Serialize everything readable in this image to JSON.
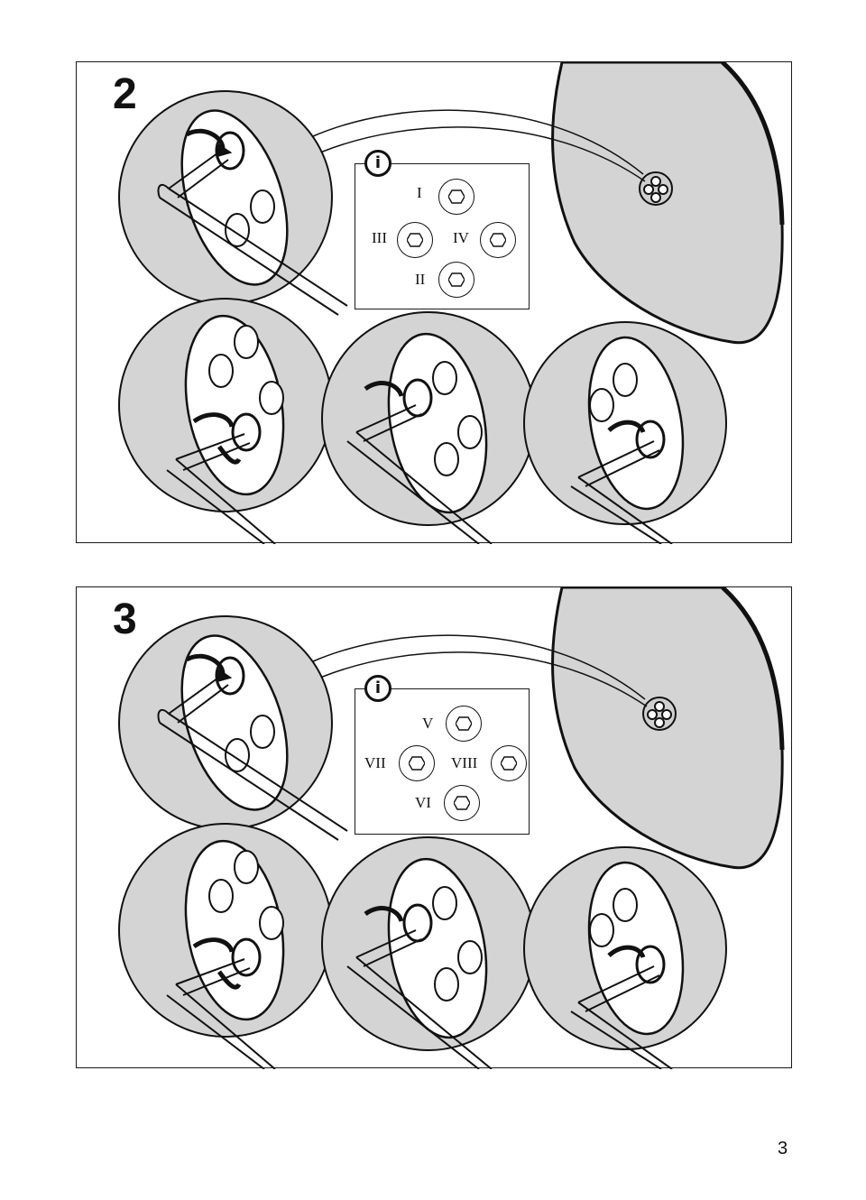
{
  "steps": [
    {
      "number": "2",
      "info": {
        "icon": "info-icon",
        "top": "I",
        "left": "III",
        "right": "IV",
        "bottom": "II"
      }
    },
    {
      "number": "3",
      "info": {
        "icon": "info-icon",
        "top": "V",
        "left": "VII",
        "right": "VIII",
        "bottom": "VI"
      }
    }
  ],
  "page_number": "3",
  "colors": {
    "ink": "#111111",
    "fill_gray": "#d4d4d4",
    "paper": "#ffffff"
  }
}
